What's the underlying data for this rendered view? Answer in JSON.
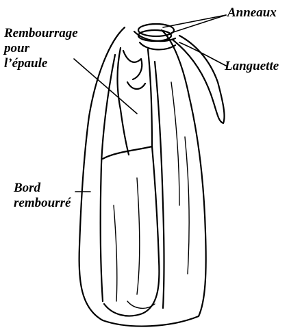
{
  "colors": {
    "ink": "#000000",
    "paper": "#ffffff"
  },
  "labels": {
    "anneaux": "Anneaux",
    "languette": "Languette",
    "rembourrage_lines": [
      "Rembourrage",
      "pour",
      "l’épaule"
    ],
    "bord_lines": [
      "Bord",
      "rembourré"
    ]
  }
}
